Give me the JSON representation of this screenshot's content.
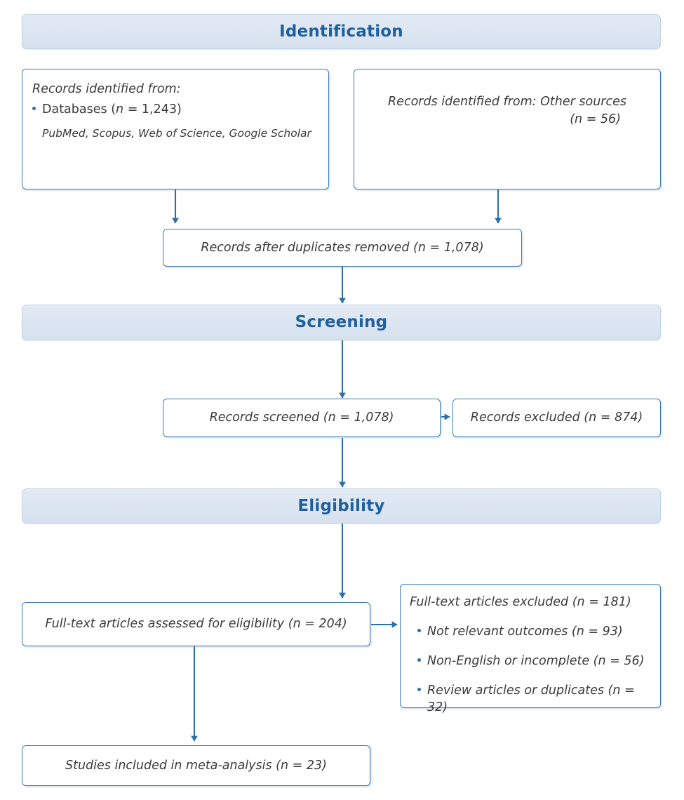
{
  "figure": {
    "type": "prisma-flow-diagram",
    "title": "PRISMA Flow Diagram",
    "accent_color": "#2e6fa8",
    "band_fill": "#dce6f1",
    "band_border": "#c3d3e6",
    "band_text_color": "#1f5f9e",
    "box_border": "#3a7ab8",
    "box_fill": "#ffffff",
    "text_color": "#3b3b3b",
    "connector_color": "#2e6fa8"
  },
  "stages": {
    "identification": "Identification",
    "screening": "Screening",
    "eligibility": "Eligibility"
  },
  "boxes": {
    "databases": {
      "heading": "Records identified from:",
      "bullet_label": "Databases",
      "bullet_count": "(n = 1,243)",
      "bullet_n": "n",
      "bullet_eq": " = 1,243)",
      "bullet_open": "(",
      "sources": "PubMed, Scopus, Web of Science, Google Scholar"
    },
    "other_sources": {
      "line1": "Records identified from: Other sources",
      "line2": "(n = 56)"
    },
    "duplicates_removed": {
      "text": "Records after duplicates removed (n = 1,078)"
    },
    "records_screened": {
      "text": "Records screened (n = 1,078)"
    },
    "records_excluded": {
      "text": "Records excluded (n = 874)"
    },
    "fulltext_assessed": {
      "text": "Full-text articles assessed for eligibility (n = 204)"
    },
    "fulltext_excluded": {
      "heading": "Full-text articles excluded (n = 181)",
      "reasons": [
        "Not relevant outcomes (n = 93)",
        "Non-English or incomplete (n = 56)",
        "Review articles or duplicates (n = 32)"
      ]
    },
    "studies_included": {
      "text": "Studies included in meta-analysis (n = 23)"
    }
  },
  "chart_data": {
    "type": "diagram",
    "title": "PRISMA Flow Diagram",
    "stages": [
      "Identification",
      "Screening",
      "Eligibility"
    ],
    "nodes": [
      {
        "id": "databases",
        "stage": "Identification",
        "label": "Records identified from: Databases",
        "n": 1243,
        "detail": "PubMed, Scopus, Web of Science, Google Scholar"
      },
      {
        "id": "other_sources",
        "stage": "Identification",
        "label": "Records identified from: Other sources",
        "n": 56
      },
      {
        "id": "duplicates_removed",
        "stage": "Identification",
        "label": "Records after duplicates removed",
        "n": 1078
      },
      {
        "id": "records_screened",
        "stage": "Screening",
        "label": "Records screened",
        "n": 1078
      },
      {
        "id": "records_excluded",
        "stage": "Screening",
        "label": "Records excluded",
        "n": 874
      },
      {
        "id": "fulltext_assessed",
        "stage": "Eligibility",
        "label": "Full-text articles assessed for eligibility",
        "n": 204
      },
      {
        "id": "fulltext_excluded",
        "stage": "Eligibility",
        "label": "Full-text articles excluded",
        "n": 181,
        "reasons": [
          {
            "label": "Not relevant outcomes",
            "n": 93
          },
          {
            "label": "Non-English or incomplete",
            "n": 56
          },
          {
            "label": "Review articles or duplicates",
            "n": 32
          }
        ]
      },
      {
        "id": "studies_included",
        "stage": "Included",
        "label": "Studies included in meta-analysis",
        "n": 23
      }
    ],
    "edges": [
      {
        "from": "databases",
        "to": "duplicates_removed"
      },
      {
        "from": "other_sources",
        "to": "duplicates_removed"
      },
      {
        "from": "duplicates_removed",
        "to": "records_screened"
      },
      {
        "from": "records_screened",
        "to": "records_excluded"
      },
      {
        "from": "records_screened",
        "to": "fulltext_assessed"
      },
      {
        "from": "fulltext_assessed",
        "to": "fulltext_excluded"
      },
      {
        "from": "fulltext_assessed",
        "to": "studies_included"
      }
    ]
  }
}
